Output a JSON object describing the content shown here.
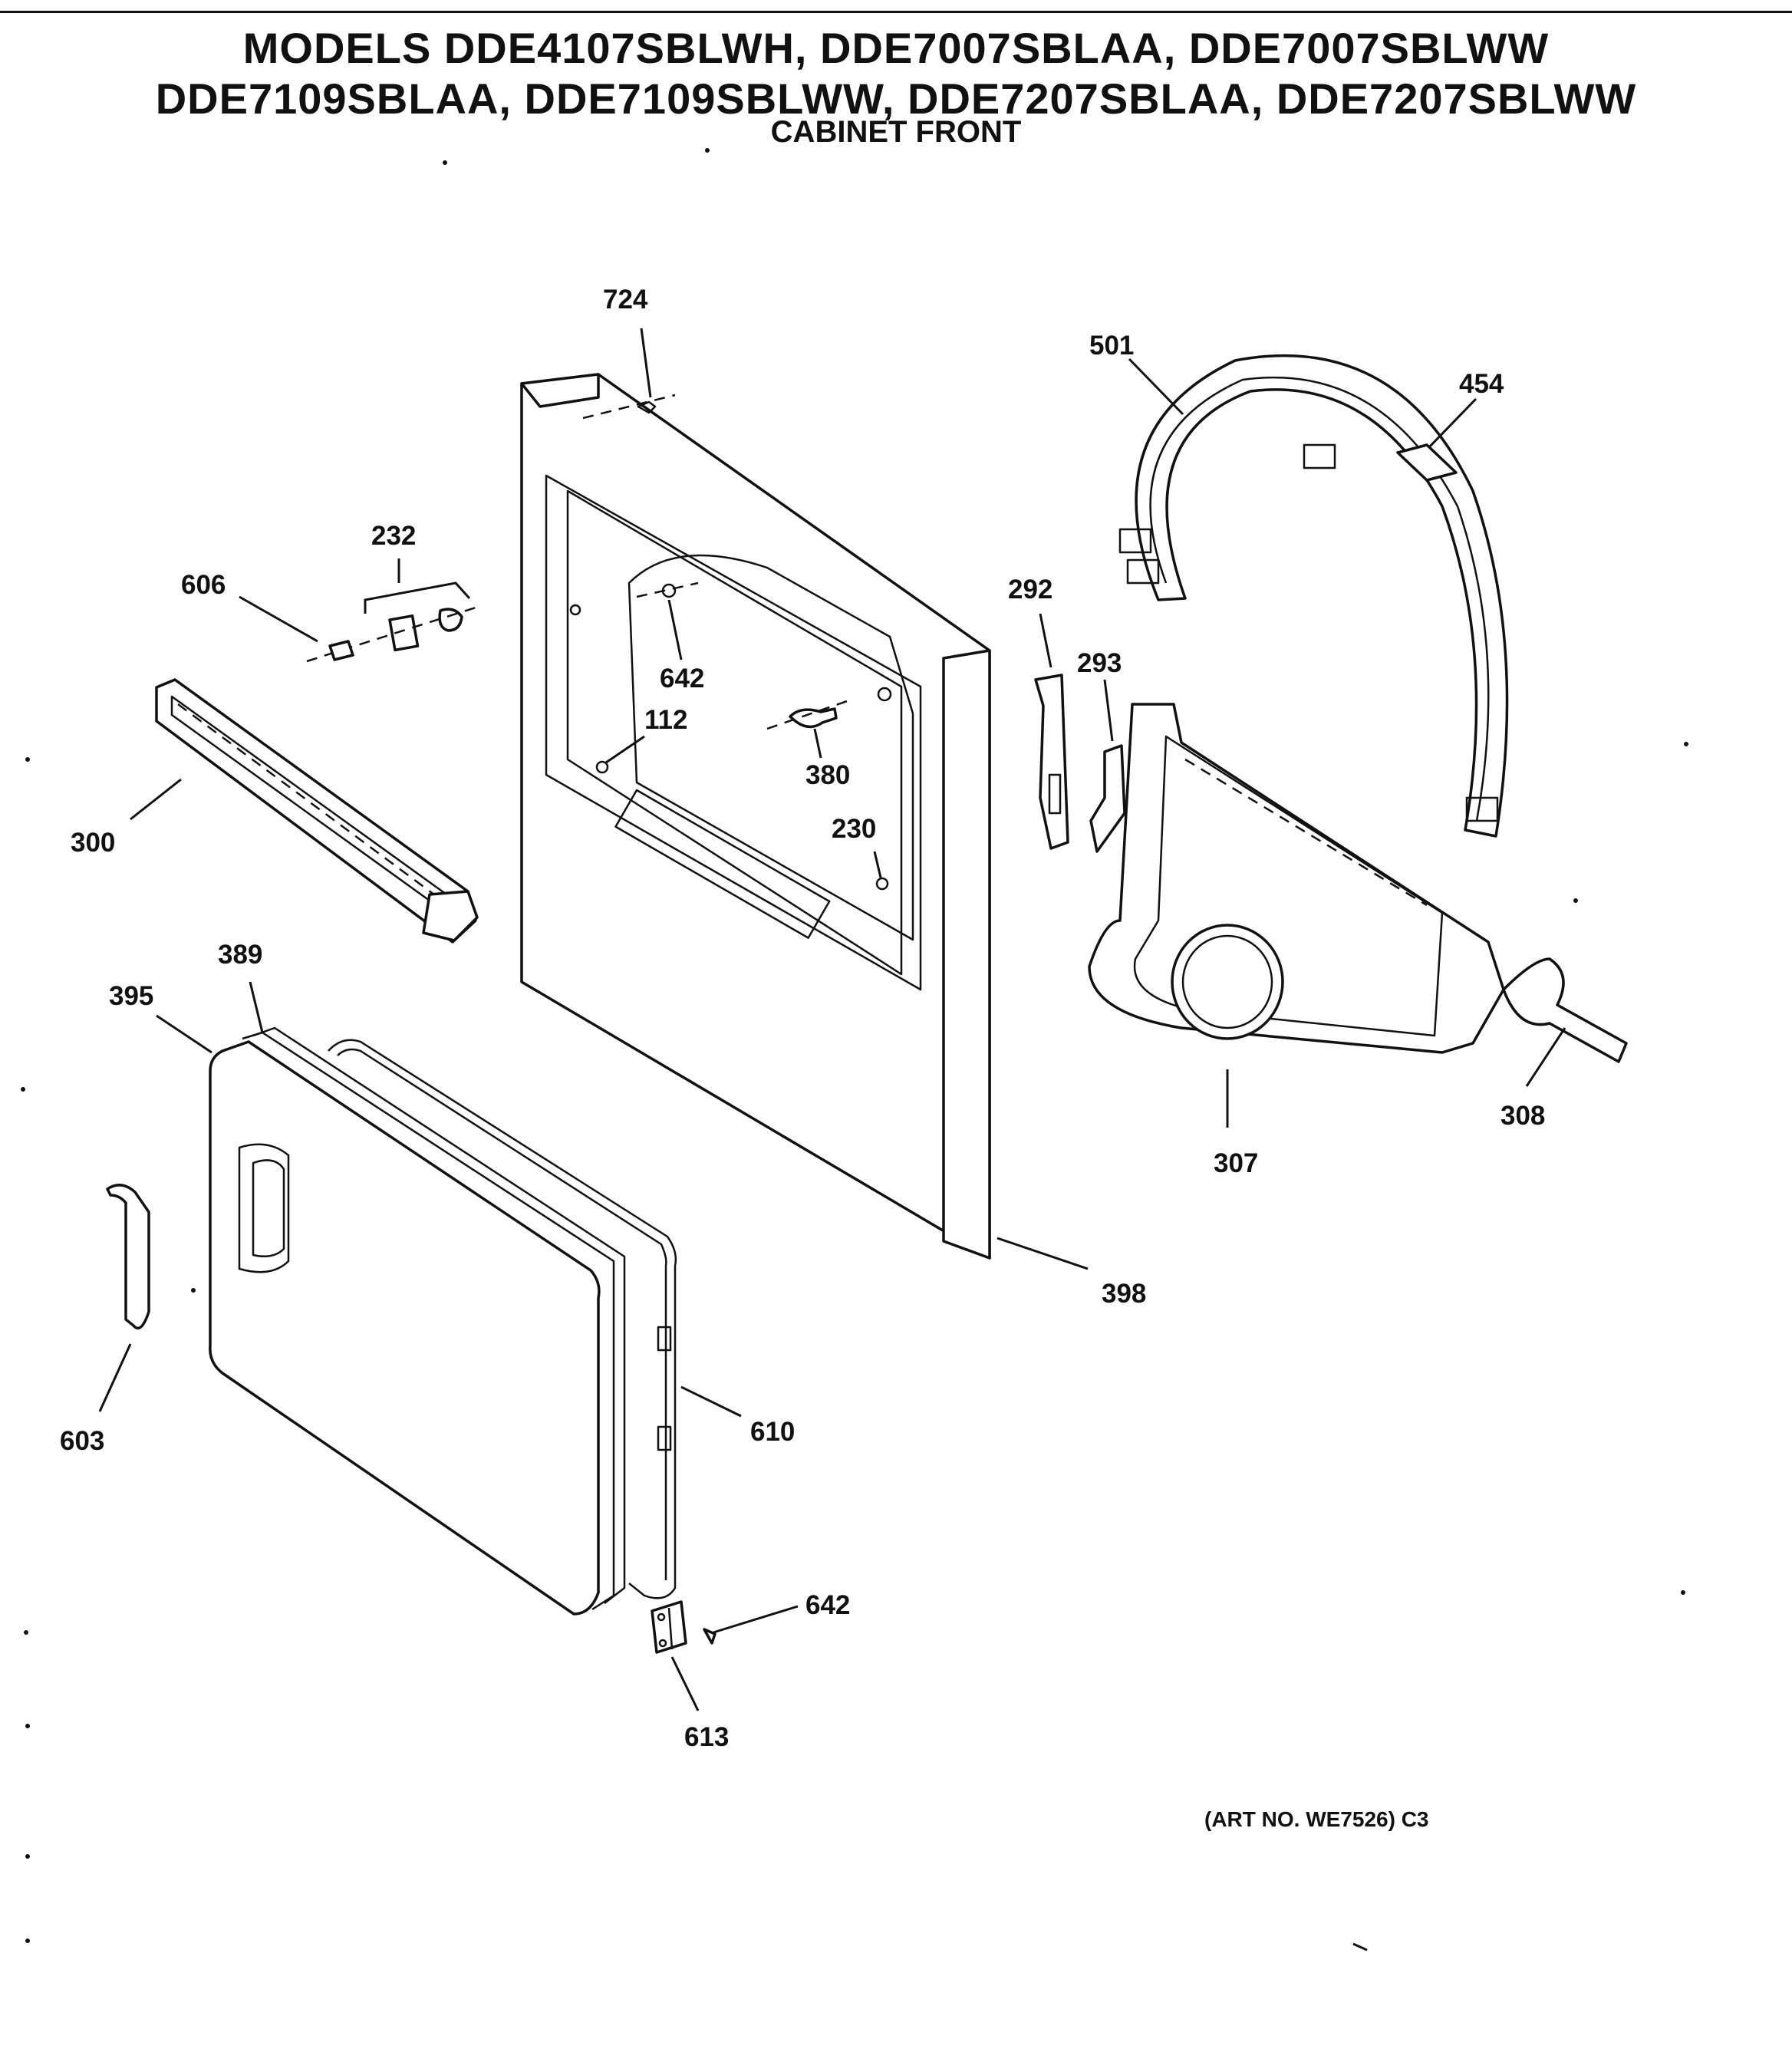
{
  "header": {
    "title_line_1": "MODELS DDE4107SBLWH, DDE7007SBLAA, DDE7007SBLWW",
    "title_line_2": "DDE7109SBLAA, DDE7109SBLWW, DDE7207SBLAA, DDE7207SBLWW",
    "subtitle": "CABINET FRONT"
  },
  "callouts": {
    "c724": "724",
    "c501": "501",
    "c454": "454",
    "c232": "232",
    "c606": "606",
    "c642_top": "642",
    "c112": "112",
    "c380": "380",
    "c292": "292",
    "c293": "293",
    "c230": "230",
    "c300": "300",
    "c389": "389",
    "c395": "395",
    "c307": "307",
    "c308": "308",
    "c398": "398",
    "c603": "603",
    "c610": "610",
    "c642_bottom": "642",
    "c613": "613"
  },
  "footer": {
    "art_number": "(ART NO. WE7526) C3"
  }
}
